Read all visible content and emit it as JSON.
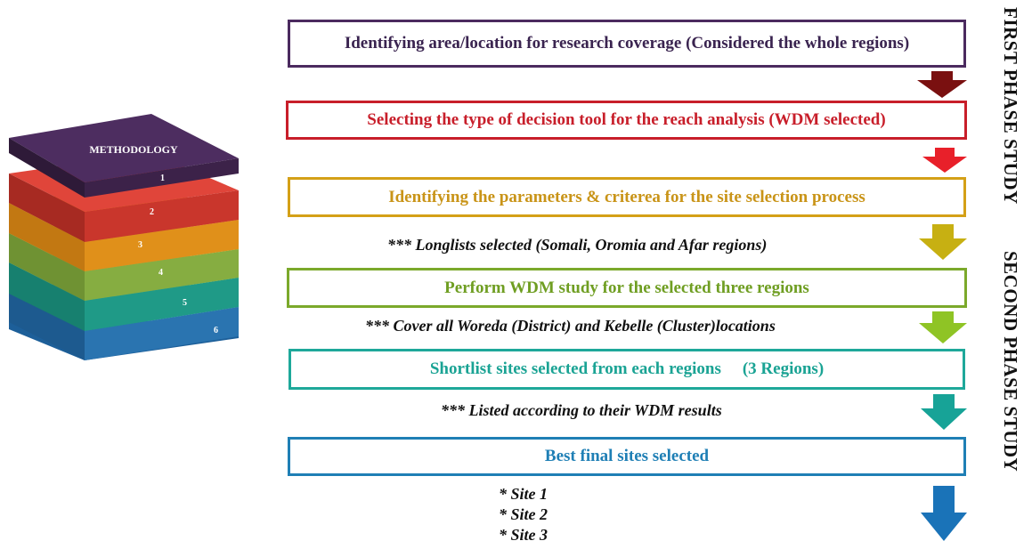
{
  "stack": {
    "title": "METHODOLOGY",
    "layers": [
      "1",
      "2",
      "3",
      "4",
      "5",
      "6"
    ]
  },
  "steps": [
    {
      "text": "Identifying area/location for research coverage (Considered the whole regions)",
      "color": "#4b2a5f"
    },
    {
      "text": "Selecting the type of decision tool for the reach analysis (WDM selected)",
      "color": "#c81e2a"
    },
    {
      "text": "Identifying the parameters & criterea for the site selection process",
      "color": "#d4a017"
    },
    {
      "text": "Perform WDM study for the selected three regions",
      "color": "#7ba92b"
    },
    {
      "text": "Shortlist sites selected from each regions",
      "extra": "(3 Regions)",
      "color": "#1ea89a"
    },
    {
      "text": "Best final sites selected",
      "color": "#1f7fb5"
    }
  ],
  "notes": [
    "*** Longlists selected (Somali, Oromia and Afar regions)",
    "*** Cover all Woreda (District) and Kebelle (Cluster)locations",
    "*** Listed according to their WDM results"
  ],
  "sites": [
    "* Site 1",
    "* Site 2",
    "* Site 3"
  ],
  "arrow_colors": [
    "#7a1010",
    "#e8202a",
    "#c7b012",
    "#8fc425",
    "#17a397",
    "#1a73b8"
  ],
  "side_labels": {
    "first": "FIRST PHASE STUDY",
    "second": "SECOND PHASE STUDY"
  }
}
